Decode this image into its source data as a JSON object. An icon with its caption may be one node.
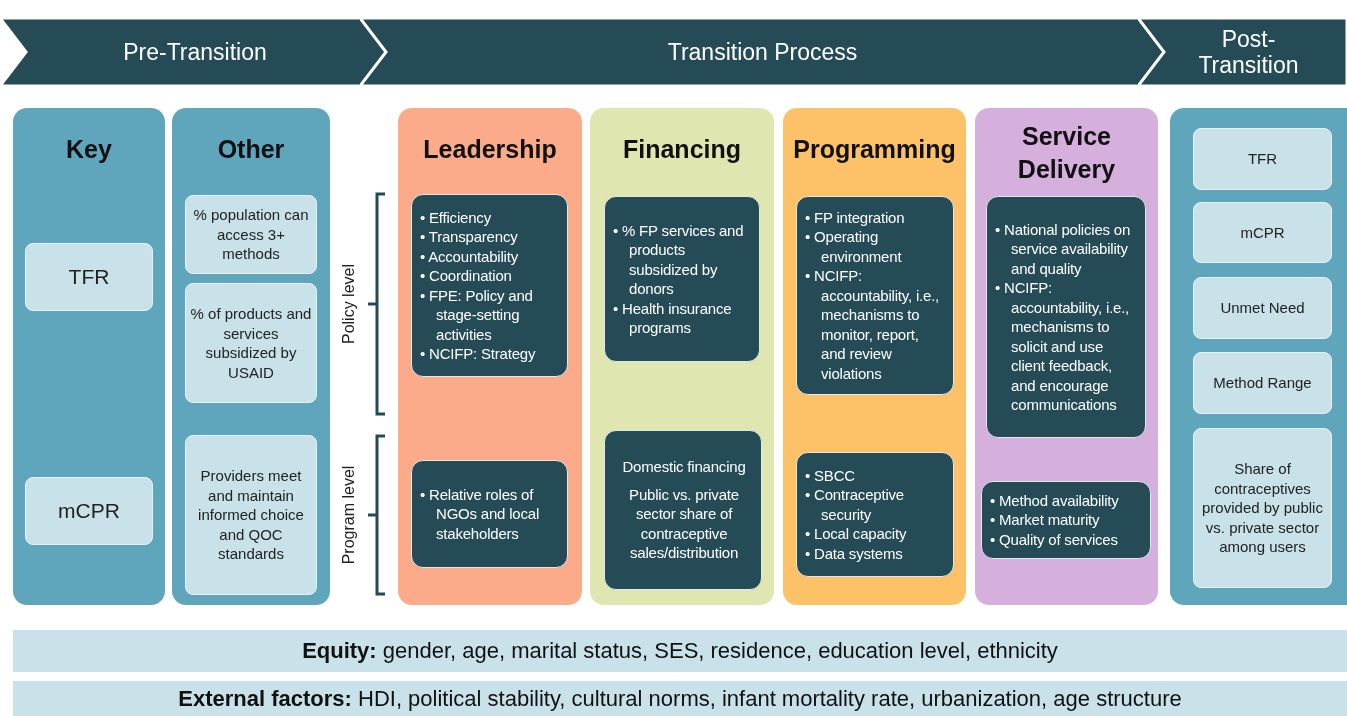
{
  "diagram": {
    "nodes": [
      {
        "text": [
          "Pre-Transition"
        ]
      },
      {
        "text": [
          "Transition Process"
        ]
      },
      {
        "text": [
          "Post-Transition"
        ]
      },
      {
        "text": [
          "Key"
        ]
      },
      {
        "text": [
          "TFR"
        ],
        "in": 3
      },
      {
        "text": [
          "mCPR"
        ],
        "in": 3
      },
      {
        "text": [
          "Other"
        ]
      },
      {
        "text": [
          "% population can access 3+ methods"
        ],
        "in": 6
      },
      {
        "text": [
          "% of products and services subsidized by USAID"
        ],
        "in": 6
      },
      {
        "text": [
          "Providers meet and maintain informed choice and QOC standards"
        ],
        "in": 6
      },
      {
        "text": [
          "Leadership"
        ]
      },
      {
        "text": [
          "• Efficiency",
          "• Transparency",
          "• Accountability",
          "• Coordination",
          "• FPE: Policy and stage-setting activities",
          "• NCIFP: Strategy"
        ],
        "in": 10
      },
      {
        "text": [
          "• Relative roles of NGOs and local stakeholders"
        ],
        "in": 10
      },
      {
        "text": [
          "Financing"
        ]
      },
      {
        "text": [
          "• % FP services and products subsidized by donors",
          "• Health insurance programs"
        ],
        "in": 13
      },
      {
        "text": [
          "Domestic financing",
          "Public vs. private sector share of contraceptive sales/distribution"
        ],
        "in": 13
      },
      {
        "text": [
          "Programming"
        ]
      },
      {
        "text": [
          "• FP integration",
          "• Operating environment",
          "• NCIFP: accountability, i.e., mechanisms to monitor, report, and review violations"
        ],
        "in": 16
      },
      {
        "text": [
          "• SBCC",
          "• Contraceptive security",
          "• Local capacity",
          "• Data systems"
        ],
        "in": 16
      },
      {
        "text": [
          "Service Delivery"
        ]
      },
      {
        "text": [
          "• National policies on service availability and quality",
          "• NCIFP: accountability, i.e., mechanisms to solicit and use client feedback, and encourage communications"
        ],
        "in": 19
      },
      {
        "text": [
          "• Method availability",
          "• Market maturity",
          "• Quality of services"
        ],
        "in": 19
      },
      {
        "text": [],
        "shape": "box"
      },
      {
        "text": [
          "TFR"
        ],
        "in": 22
      },
      {
        "text": [
          "mCPR"
        ],
        "in": 22
      },
      {
        "text": [
          "Unmet Need"
        ],
        "in": 22
      },
      {
        "text": [
          "Method Range"
        ],
        "in": 22
      },
      {
        "text": [
          "Share of contraceptives provided by public vs. private sector among users"
        ],
        "in": 22
      },
      {
        "text": [
          "**Equity:** gender, age, marital status, SES, residence, education level, ethnicity"
        ]
      },
      {
        "text": [
          "**External factors:** HDI, political stability, cultural norms, infant mortality rate, urbanization, age structure"
        ]
      }
    ],
    "labels": [
      "Policy level",
      "Program level"
    ]
  }
}
